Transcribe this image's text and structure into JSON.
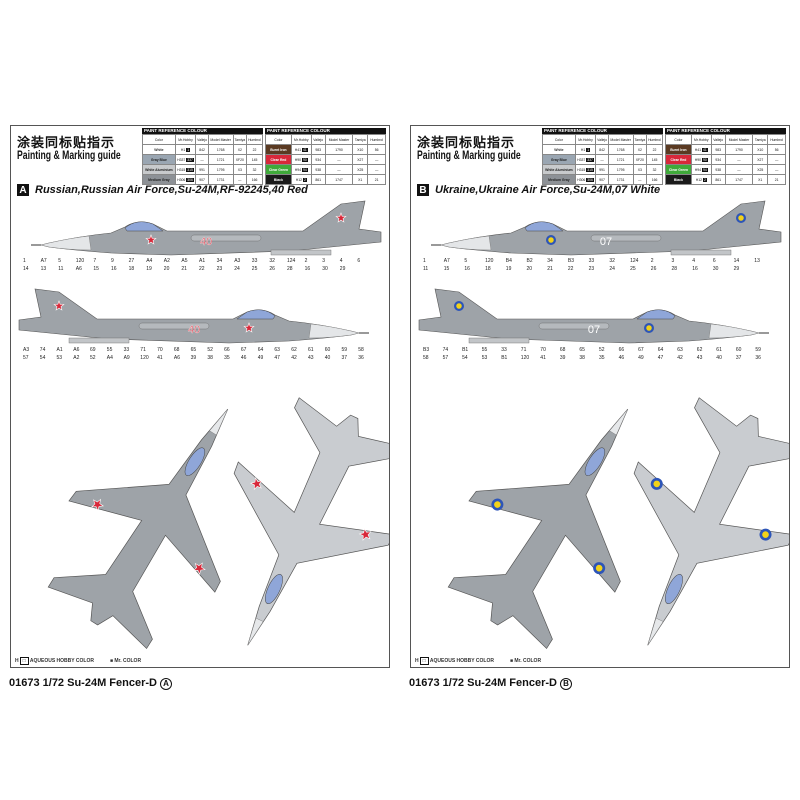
{
  "header": {
    "title_cn": "涂装同标贴指示",
    "title_en": "Painting & Marking guide"
  },
  "paint_table_title": "PAINT REFERENCE COLOUR",
  "paint_columns": [
    "Color",
    "Mr.Hobby",
    "Vallejo",
    "Model Master",
    "Tamiya",
    "Humbrol"
  ],
  "paint_left": [
    {
      "color": "White",
      "swatch": "#ffffff",
      "text": "#333",
      "hobby": "1",
      "mr": "1",
      "vallejo": "842",
      "mm": "1768",
      "tamiya": "X2",
      "humbrol": "22"
    },
    {
      "color": "Gray Blue",
      "swatch": "#9aa6b2",
      "text": "#222",
      "hobby": "337",
      "mr": "337",
      "vallejo": "—",
      "mm": "1721",
      "tamiya": "XF20",
      "humbrol": "145"
    },
    {
      "color": "White Aluminium",
      "swatch": "#c8cacc",
      "text": "#222",
      "hobby": "315",
      "mr": "315",
      "vallejo": "991",
      "mm": "1795",
      "tamiya": "X3",
      "humbrol": "32"
    },
    {
      "color": "Medium Gray",
      "swatch": "#8d9196",
      "text": "#222",
      "hobby": "306",
      "mr": "306",
      "vallejo": "907",
      "mm": "1731",
      "tamiya": "—",
      "humbrol": "166"
    }
  ],
  "paint_right": [
    {
      "color": "Burnt Iron",
      "swatch": "#5a3a22",
      "text": "#fff",
      "hobby": "41",
      "mr": "41",
      "vallejo": "983",
      "mm": "1790",
      "tamiya": "X10",
      "humbrol": "56"
    },
    {
      "color": "Clear Red",
      "swatch": "#d8283a",
      "text": "#fff",
      "hobby": "90",
      "mr": "90",
      "vallejo": "934",
      "mm": "—",
      "tamiya": "X27",
      "humbrol": "—"
    },
    {
      "color": "Clear Green",
      "swatch": "#3faa3a",
      "text": "#fff",
      "hobby": "94",
      "mr": "94",
      "vallejo": "938",
      "mm": "—",
      "tamiya": "X25",
      "humbrol": "—"
    },
    {
      "color": "Black",
      "swatch": "#1a1a1a",
      "text": "#fff",
      "hobby": "12",
      "mr": "2",
      "vallejo": "861",
      "mm": "1747",
      "tamiya": "X1",
      "humbrol": "21"
    }
  ],
  "legend": {
    "aqueous": "AQUEOUS HOBBY COLOR",
    "mr": "Mr. COLOR"
  },
  "colors": {
    "camo": "#9ea3a8",
    "underside": "#c9ccd0",
    "canopy": "#8fa6d8",
    "red": "#d8283a",
    "ukr_blue": "#2d55b8",
    "ukr_yellow": "#f2d21a"
  },
  "panels": [
    {
      "letter": "A",
      "scheme": "Russian,Russian Air Force,Su-24M,RF-92245,40 Red",
      "code": "40",
      "code_color": "#e03040",
      "insignia": "red-star",
      "caption": "01673  1/72 Su-24M Fencer-D",
      "caption_mark": "A",
      "callouts_top": [
        "1",
        "A7",
        "5",
        "120",
        "7",
        "9",
        "27",
        "A4",
        "A2",
        "A5",
        "A1",
        "34",
        "A3",
        "33",
        "32",
        "124",
        "2",
        "3",
        "4",
        "6",
        "14",
        "13",
        "11",
        "A6",
        "15",
        "16",
        "18",
        "19",
        "20",
        "21",
        "22",
        "23",
        "24",
        "25",
        "26",
        "28",
        "16",
        "30",
        "29"
      ],
      "callouts_bottom": [
        "A3",
        "74",
        "A1",
        "A6",
        "69",
        "55",
        "33",
        "71",
        "70",
        "68",
        "65",
        "52",
        "66",
        "67",
        "64",
        "63",
        "62",
        "61",
        "60",
        "59",
        "58",
        "57",
        "54",
        "53",
        "A2",
        "52",
        "A4",
        "A9",
        "120",
        "41",
        "A6",
        "39",
        "38",
        "35",
        "46",
        "49",
        "47",
        "42",
        "43",
        "40",
        "37",
        "36"
      ]
    },
    {
      "letter": "B",
      "scheme": "Ukraine,Ukraine Air Force,Su-24M,07 White",
      "code": "07",
      "code_color": "#ffffff",
      "insignia": "ukraine-roundel",
      "caption": "01673  1/72 Su-24M Fencer-D",
      "caption_mark": "B",
      "callouts_top": [
        "1",
        "A7",
        "5",
        "120",
        "B4",
        "B2",
        "34",
        "B3",
        "33",
        "32",
        "124",
        "2",
        "3",
        "4",
        "6",
        "14",
        "13",
        "11",
        "15",
        "16",
        "18",
        "19",
        "20",
        "21",
        "22",
        "23",
        "24",
        "25",
        "26",
        "28",
        "16",
        "30",
        "29"
      ],
      "callouts_bottom": [
        "B3",
        "74",
        "B1",
        "55",
        "33",
        "71",
        "70",
        "68",
        "65",
        "52",
        "66",
        "67",
        "64",
        "63",
        "62",
        "61",
        "60",
        "59",
        "58",
        "57",
        "54",
        "53",
        "B1",
        "120",
        "41",
        "39",
        "38",
        "35",
        "46",
        "49",
        "47",
        "42",
        "43",
        "40",
        "37",
        "36"
      ]
    }
  ]
}
